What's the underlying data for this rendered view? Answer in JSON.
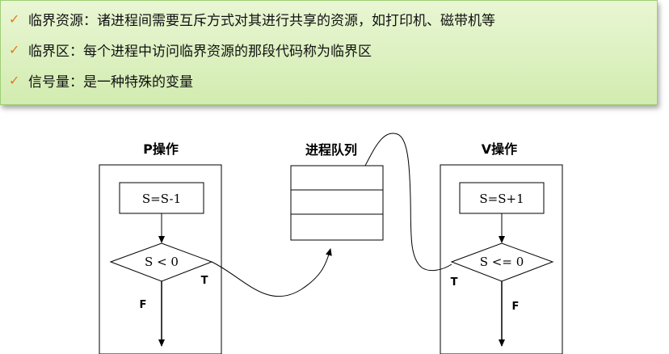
{
  "bullets": [
    "临界资源：诸进程间需要互斥方式对其进行共享的资源，如打印机、磁带机等",
    "临界区：每个进程中访问临界资源的那段代码称为临界区",
    "信号量：是一种特殊的变量"
  ],
  "diagram": {
    "p_title": "P操作",
    "p_step": "S=S-1",
    "p_cond": "S < 0",
    "p_true": "T",
    "p_false": "F",
    "queue_title": "进程队列",
    "v_title": "V操作",
    "v_step": "S=S+1",
    "v_cond": "S <= 0",
    "v_true": "T",
    "v_false": "F"
  }
}
